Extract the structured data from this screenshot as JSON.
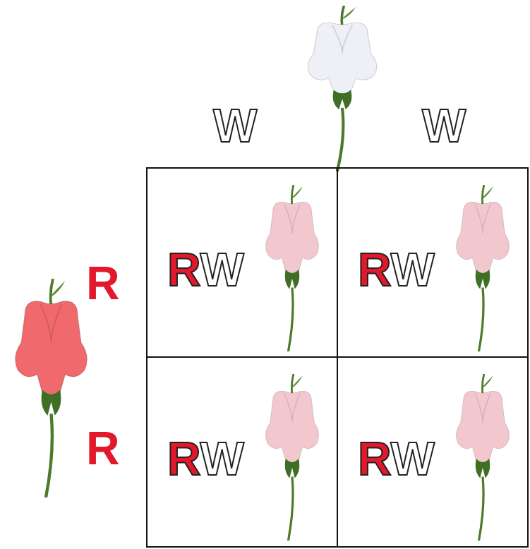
{
  "diagram": {
    "nodes": [
      {
        "text": [
          "RW"
        ]
      },
      {
        "text": [
          "RW"
        ]
      },
      {
        "text": [
          "RW"
        ]
      },
      {
        "text": [
          "RW"
        ]
      }
    ],
    "labels": [
      "W",
      "W",
      "R",
      "R"
    ]
  }
}
